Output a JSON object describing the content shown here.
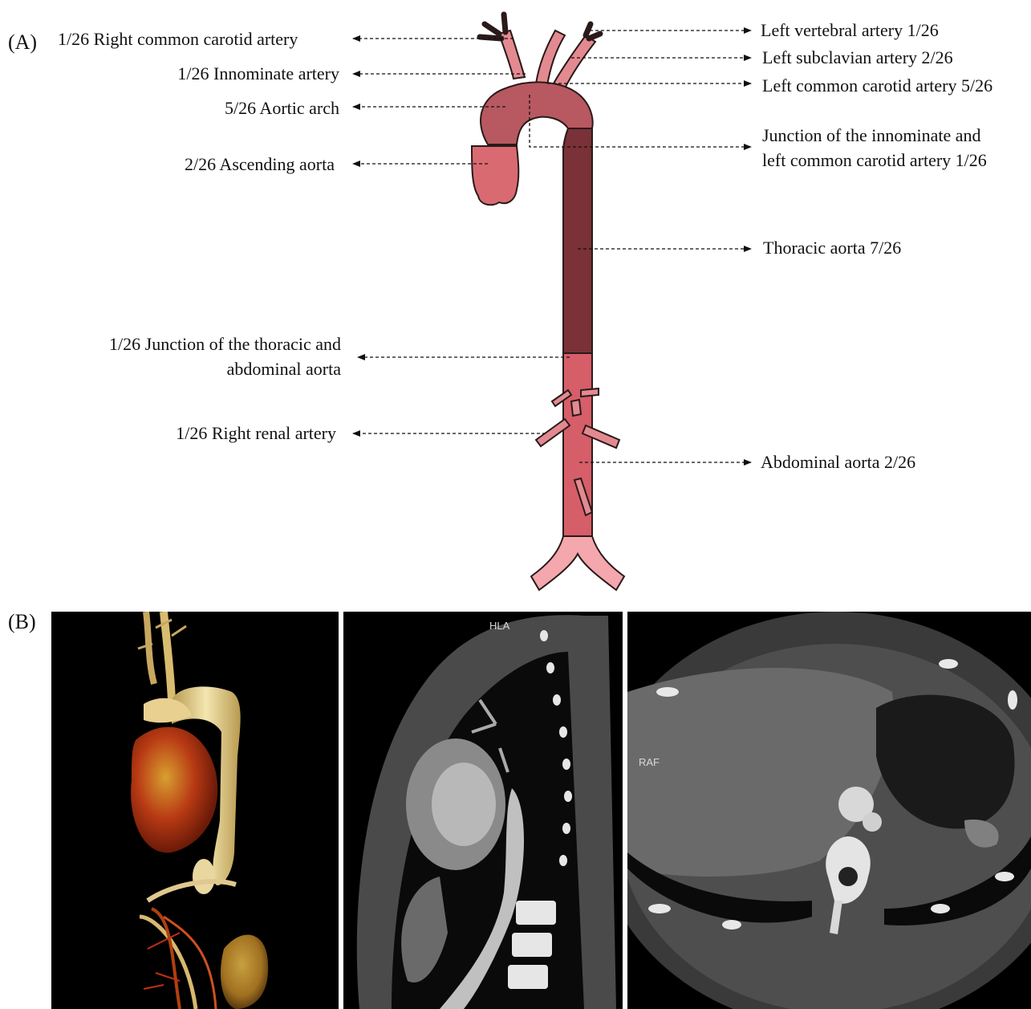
{
  "panel_a": {
    "label": "(A)",
    "left_labels": {
      "right_common_carotid": "1/26  Right common carotid artery",
      "innominate": "1/26 Innominate artery",
      "aortic_arch": "5/26 Aortic arch",
      "ascending_aorta": "2/26 Ascending aorta",
      "junction_thoracic_line1": "1/26  Junction of the thoracic and",
      "junction_thoracic_line2": "abdominal aorta",
      "right_renal": "1/26 Right renal artery"
    },
    "right_labels": {
      "left_vertebral": "Left vertebral artery 1/26",
      "left_subclavian": "Left subclavian artery 2/26",
      "left_common_carotid": "Left common carotid artery 5/26",
      "junction_innominate_line1": "Junction of the innominate and",
      "junction_innominate_line2": "left common carotid artery 1/26",
      "thoracic_aorta": "Thoracic aorta 7/26",
      "abdominal_aorta": "Abdominal aorta 2/26"
    },
    "colors": {
      "arch": "#b85861",
      "ascending": "#d96a72",
      "thoracic": "#7a3138",
      "abdominal": "#d65e68",
      "branches": "#e38a91",
      "iliac": "#f4a7ad",
      "outline": "#2a1a1a"
    }
  },
  "panel_b": {
    "label": "(B)",
    "images": [
      {
        "name": "3d-volume-rendering"
      },
      {
        "name": "sagittal-ct",
        "overlay_text": "HLA"
      },
      {
        "name": "axial-ct",
        "overlay_text": "RAF"
      }
    ]
  }
}
